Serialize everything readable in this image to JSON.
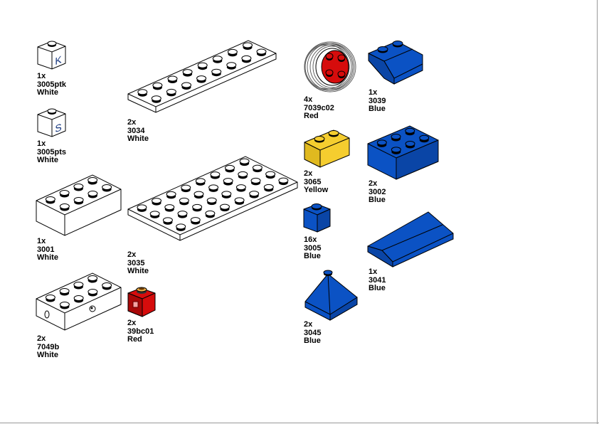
{
  "parts": [
    {
      "id": "p1",
      "qty": "1x",
      "part": "3005ptk",
      "color": "White",
      "print": "K"
    },
    {
      "id": "p2",
      "qty": "1x",
      "part": "3005pts",
      "color": "White",
      "print": "S"
    },
    {
      "id": "p3",
      "qty": "1x",
      "part": "3001",
      "color": "White"
    },
    {
      "id": "p4",
      "qty": "2x",
      "part": "7049b",
      "color": "White"
    },
    {
      "id": "p5",
      "qty": "2x",
      "part": "3034",
      "color": "White"
    },
    {
      "id": "p6",
      "qty": "2x",
      "part": "3035",
      "color": "White"
    },
    {
      "id": "p7",
      "qty": "2x",
      "part": "39bc01",
      "color": "Red"
    },
    {
      "id": "p8",
      "qty": "4x",
      "part": "7039c02",
      "color": "Red"
    },
    {
      "id": "p9",
      "qty": "2x",
      "part": "3065",
      "color": "Yellow"
    },
    {
      "id": "p10",
      "qty": "16x",
      "part": "3005",
      "color": "Blue"
    },
    {
      "id": "p11",
      "qty": "2x",
      "part": "3045",
      "color": "Blue"
    },
    {
      "id": "p12",
      "qty": "1x",
      "part": "3039",
      "color": "Blue"
    },
    {
      "id": "p13",
      "qty": "2x",
      "part": "3002",
      "color": "Blue"
    },
    {
      "id": "p14",
      "qty": "1x",
      "part": "3041",
      "color": "Blue"
    }
  ],
  "colors": {
    "white": "#ffffff",
    "blue": "#0b52c4",
    "red": "#d60c0c",
    "yellow": "#f5cd2f",
    "outline": "#000000"
  }
}
